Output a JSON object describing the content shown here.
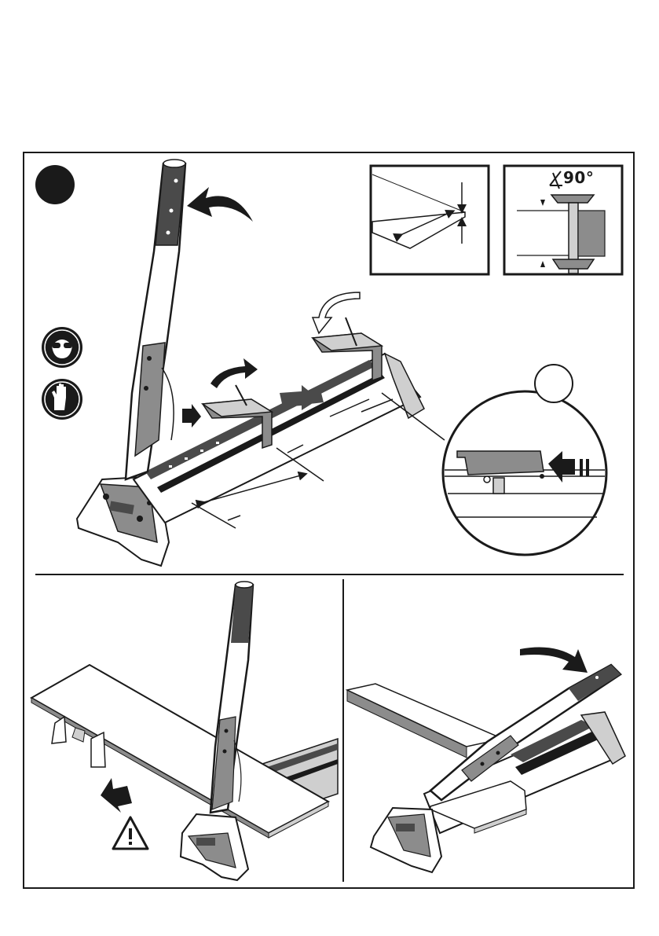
{
  "page": {
    "background": "#ffffff",
    "ink": "#1a1a1a",
    "shade_dark": "#4a4a4a",
    "shade_mid": "#8c8c8c",
    "shade_light": "#cfcfcf"
  },
  "panels": {
    "top": {
      "step_marker": "black-circle",
      "safety_icons": [
        "safety-goggles-icon",
        "protective-gloves-icon"
      ],
      "detail_thickness": "thickness-measure-detail",
      "detail_angle": {
        "label": "90°",
        "icon": "not-angle-icon"
      },
      "detail_zoom": "fence-zoom-detail"
    },
    "bottom_left": {
      "warning_icon": "warning-triangle-icon"
    },
    "bottom_right": {}
  }
}
